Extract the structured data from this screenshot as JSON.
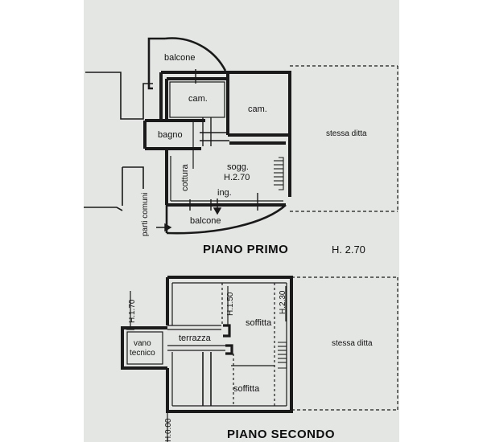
{
  "plan": {
    "floor1": {
      "title": "PIANO PRIMO",
      "height": "H. 2.70",
      "rooms": {
        "balcony_top": "balcone",
        "bedroom_small": "cam.",
        "bedroom_large": "cam.",
        "bathroom": "bagno",
        "living_name": "sogg.",
        "living_height": "H.2.70",
        "kitchen": "cottura",
        "entrance": "ing.",
        "balcony_bottom": "balcone",
        "common_parts": "parti comuni",
        "same_owner": "stessa ditta"
      }
    },
    "floor2": {
      "title": "PIANO SECONDO",
      "rooms": {
        "tech_room_1": "vano",
        "tech_room_2": "tecnico",
        "terrace": "terrazza",
        "attic_upper": "soffitta",
        "attic_lower": "soffitta",
        "same_owner": "stessa ditta",
        "h_left": "H.1.70",
        "h_mid": "H.1.50",
        "h_right": "H.2.30",
        "h_bottom": "H.0.00"
      }
    }
  }
}
